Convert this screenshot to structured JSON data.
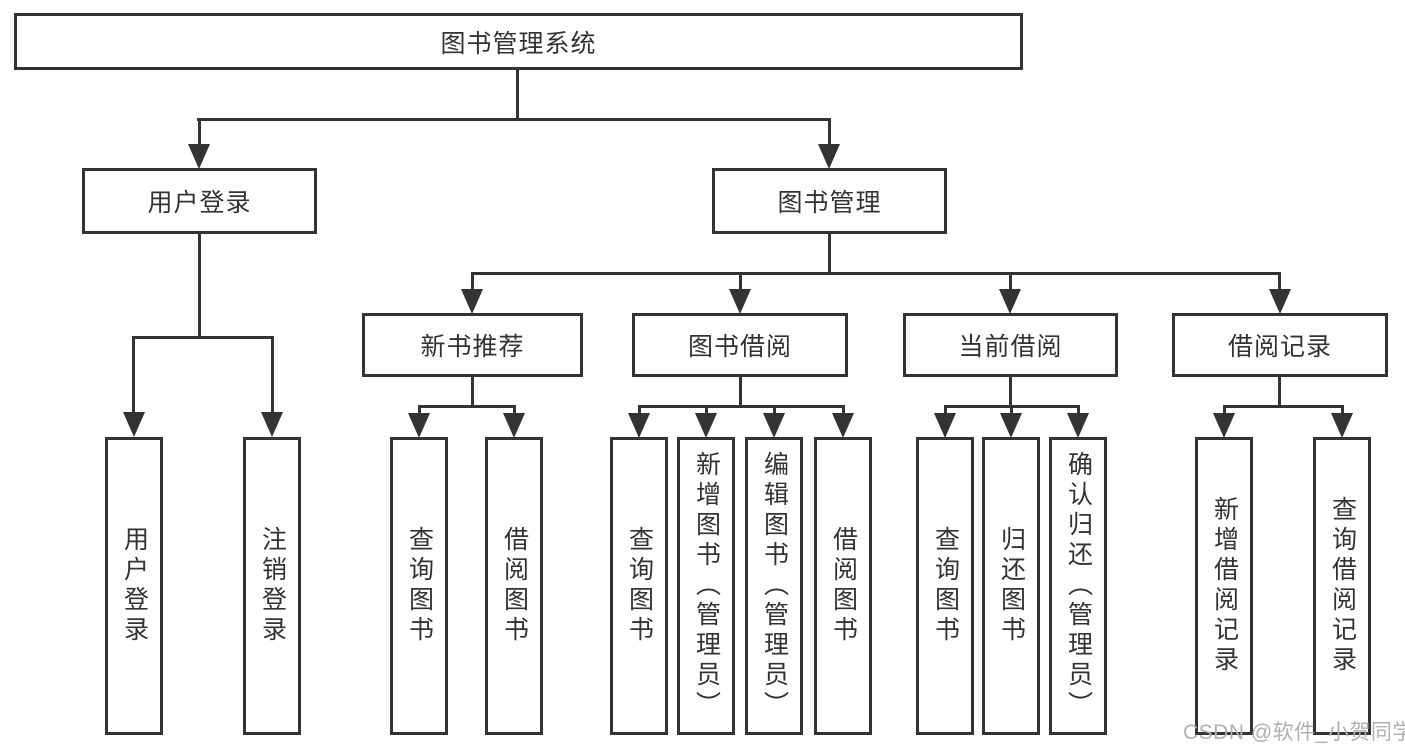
{
  "colors": {
    "line": "#333333",
    "text": "#333333",
    "watermark": "#b0b0b0",
    "background": "#ffffff"
  },
  "watermark": "CSDN @软件_小贺同学",
  "tree": {
    "root": {
      "label": "图书管理系统",
      "children": [
        {
          "label": "用户登录",
          "children": [
            {
              "label": "用户登录"
            },
            {
              "label": "注销登录"
            }
          ]
        },
        {
          "label": "图书管理",
          "children": [
            {
              "label": "新书推荐",
              "children": [
                {
                  "label": "查询图书"
                },
                {
                  "label": "借阅图书"
                }
              ]
            },
            {
              "label": "图书借阅",
              "children": [
                {
                  "label": "查询图书"
                },
                {
                  "label": "新增图书（管理员）"
                },
                {
                  "label": "编辑图书（管理员）"
                },
                {
                  "label": "借阅图书"
                }
              ]
            },
            {
              "label": "当前借阅",
              "children": [
                {
                  "label": "查询图书"
                },
                {
                  "label": "归还图书"
                },
                {
                  "label": "确认归还（管理员）"
                }
              ]
            },
            {
              "label": "借阅记录",
              "children": [
                {
                  "label": "新增借阅记录"
                },
                {
                  "label": "查询借阅记录"
                }
              ]
            }
          ]
        }
      ]
    }
  }
}
